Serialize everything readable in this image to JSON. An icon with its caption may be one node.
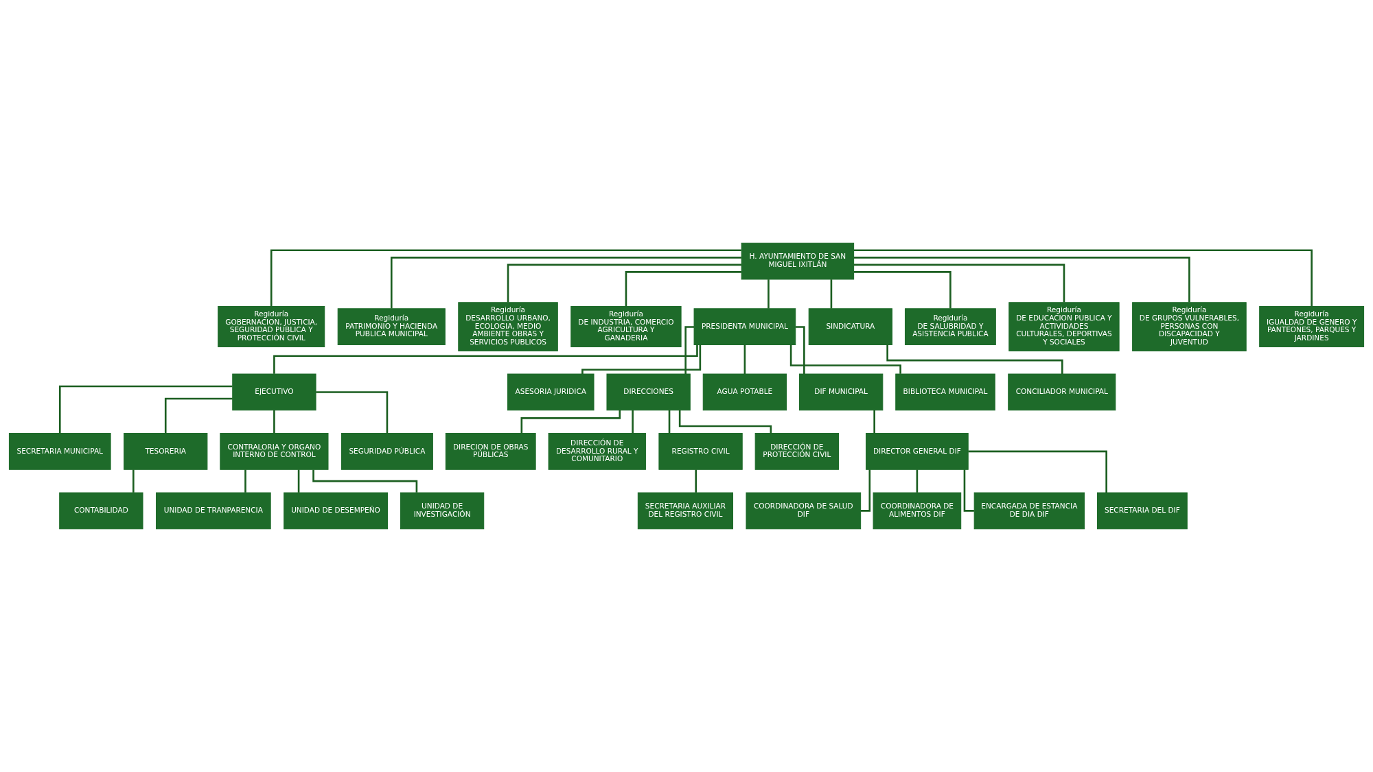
{
  "diagram": {
    "nodes": [
      {
        "text": [
          "H. AYUNTAMIENTO DE SAN MIGUEL IXITLÁN"
        ]
      },
      {
        "text": [
          "Regiduría",
          "GOBERNACION, JUSTICIA, SEGURIDAD PUBLICA Y PROTECCIÓN CIVIL"
        ]
      },
      {
        "text": [
          "Regiduría",
          "PATRIMONIO Y HACIENDA PUBLICA MUNICIPAL"
        ]
      },
      {
        "text": [
          "Regiduría",
          "DESARROLLO URBANO, ECOLOGIA, MEDIO AMBIENTE OBRAS Y SERVICIOS PUBLICOS"
        ]
      },
      {
        "text": [
          "Regiduría",
          "DE INDUSTRIA, COMERCIO AGRICULTURA Y GANADERIA"
        ]
      },
      {
        "text": [
          "PRESIDENTA MUNICIPAL"
        ]
      },
      {
        "text": [
          "SINDICATURA"
        ]
      },
      {
        "text": [
          "Regiduría",
          "DE SALUBRIDAD Y ASISTENCIA PUBLICA"
        ]
      },
      {
        "text": [
          "Regiduría",
          "DE EDUCACION PUBLICA Y ACTIVIDADES CULTURALES, DEPORTIVAS Y SOCIALES"
        ]
      },
      {
        "text": [
          "Regiduría",
          "DE GRUPOS VULNERABLES, PERSONAS CON DISCAPACIDAD Y JUVENTUD"
        ]
      },
      {
        "text": [
          "Regiduría",
          "IGUALDAD DE GENERO Y PANTEONES, PARQUES Y JARDINES"
        ]
      },
      {
        "text": [
          "CONCILIADOR MUNICIPAL"
        ]
      },
      {
        "text": [
          "EJECUTIVO"
        ]
      },
      {
        "text": [
          "ASESORIA JURIDICA"
        ]
      },
      {
        "text": [
          "DIRECCIONES"
        ]
      },
      {
        "text": [
          "AGUA POTABLE"
        ]
      },
      {
        "text": [
          "DIF MUNICIPAL"
        ]
      },
      {
        "text": [
          "BIBLIOTECA MUNICIPAL"
        ]
      },
      {
        "text": [
          "SECRETARIA MUNICIPAL"
        ]
      },
      {
        "text": [
          "TESORERIA"
        ]
      },
      {
        "text": [
          "CONTRALORIA Y ORGANO INTERNO DE CONTROL"
        ]
      },
      {
        "text": [
          "SEGURIDAD PÚBLICA"
        ]
      },
      {
        "text": [
          "CONTABILIDAD"
        ]
      },
      {
        "text": [
          "UNIDAD DE TRANPARENCIA"
        ]
      },
      {
        "text": [
          "UNIDAD DE DESEMPEÑO"
        ]
      },
      {
        "text": [
          "UNIDAD DE INVESTIGACIÓN"
        ]
      },
      {
        "text": [
          "DIRECION DE OBRAS PÚBLICAS"
        ]
      },
      {
        "text": [
          "DIRECCIÓN DE DESARROLLO RURAL Y COMUNITARIO"
        ]
      },
      {
        "text": [
          "REGISTRO CIVIL"
        ]
      },
      {
        "text": [
          "DIRECCIÓN DE PROTECCIÓN CIVIL"
        ]
      },
      {
        "text": [
          "SECRETARIA AUXILIAR DEL REGISTRO CIVIL"
        ]
      },
      {
        "text": [
          "DIRECTOR GENERAL DIF"
        ]
      },
      {
        "text": [
          "COORDINADORA DE SALUD DIF"
        ]
      },
      {
        "text": [
          "COORDINADORA DE ALIMENTOS DIF"
        ]
      },
      {
        "text": [
          "ENCARGADA DE ESTANCIA DE DIA DIF"
        ]
      },
      {
        "text": [
          "SECRETARIA DEL DIF"
        ]
      }
    ],
    "edges": [
      {
        "from": 0,
        "to": 1,
        "arrow": "none"
      },
      {
        "from": 0,
        "to": 2,
        "arrow": "none"
      },
      {
        "from": 0,
        "to": 3,
        "arrow": "none"
      },
      {
        "from": 0,
        "to": 4,
        "arrow": "none"
      },
      {
        "from": 0,
        "to": 5,
        "arrow": "none"
      },
      {
        "from": 0,
        "to": 6,
        "arrow": "none"
      },
      {
        "from": 0,
        "to": 7,
        "arrow": "none"
      },
      {
        "from": 0,
        "to": 8,
        "arrow": "none"
      },
      {
        "from": 0,
        "to": 9,
        "arrow": "none"
      },
      {
        "from": 0,
        "to": 10,
        "arrow": "none"
      },
      {
        "from": 6,
        "to": 11,
        "arrow": "none"
      },
      {
        "from": 5,
        "to": 12,
        "arrow": "none"
      },
      {
        "from": 5,
        "to": 13,
        "arrow": "none"
      },
      {
        "from": 5,
        "to": 14,
        "arrow": "none"
      },
      {
        "from": 5,
        "to": 15,
        "arrow": "none"
      },
      {
        "from": 5,
        "to": 16,
        "arrow": "none"
      },
      {
        "from": 5,
        "to": 17,
        "arrow": "none"
      },
      {
        "from": 12,
        "to": 18,
        "arrow": "none"
      },
      {
        "from": 12,
        "to": 19,
        "arrow": "none"
      },
      {
        "from": 12,
        "to": 20,
        "arrow": "none"
      },
      {
        "from": 12,
        "to": 21,
        "arrow": "none"
      },
      {
        "from": 19,
        "to": 22,
        "arrow": "none"
      },
      {
        "from": 20,
        "to": 23,
        "arrow": "none"
      },
      {
        "from": 20,
        "to": 24,
        "arrow": "none"
      },
      {
        "from": 20,
        "to": 25,
        "arrow": "none"
      },
      {
        "from": 14,
        "to": 26,
        "arrow": "none"
      },
      {
        "from": 14,
        "to": 27,
        "arrow": "none"
      },
      {
        "from": 14,
        "to": 28,
        "arrow": "none"
      },
      {
        "from": 14,
        "to": 29,
        "arrow": "none"
      },
      {
        "from": 28,
        "to": 30,
        "arrow": "none"
      },
      {
        "from": 16,
        "to": 31,
        "arrow": "none"
      },
      {
        "from": 31,
        "to": 32,
        "arrow": "none"
      },
      {
        "from": 31,
        "to": 33,
        "arrow": "none"
      },
      {
        "from": 31,
        "to": 34,
        "arrow": "none"
      },
      {
        "from": 31,
        "to": 35,
        "arrow": "none"
      }
    ]
  }
}
